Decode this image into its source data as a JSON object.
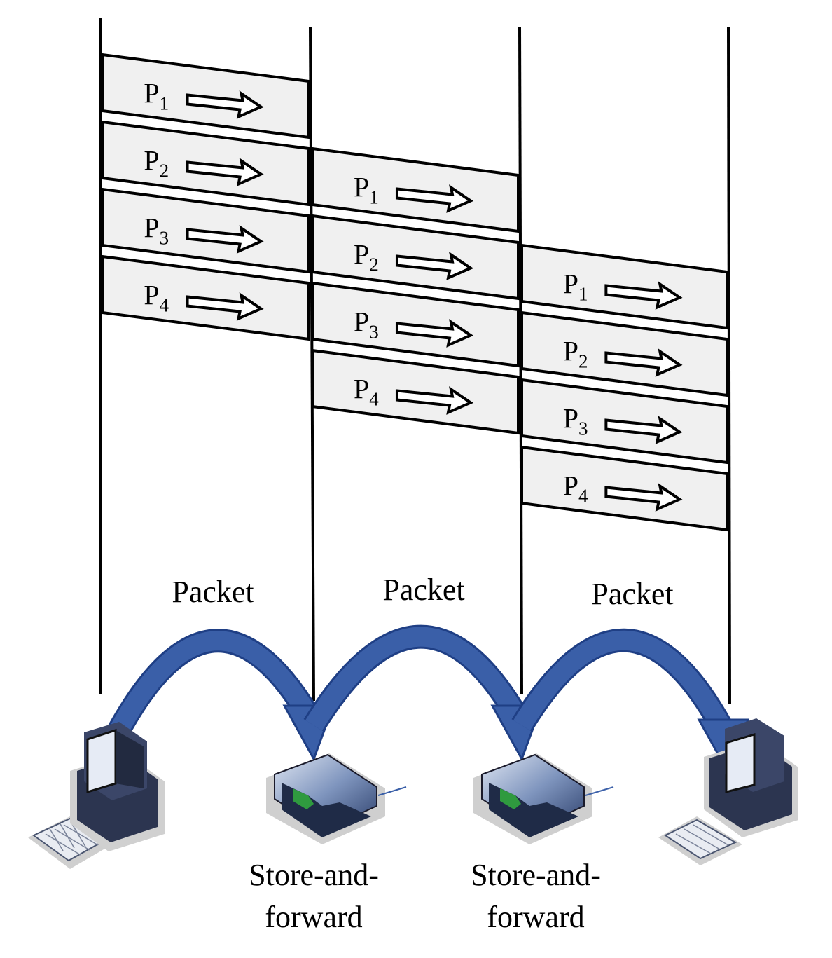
{
  "packet_labels": [
    {
      "prefix": "P",
      "sub": "1"
    },
    {
      "prefix": "P",
      "sub": "2"
    },
    {
      "prefix": "P",
      "sub": "3"
    },
    {
      "prefix": "P",
      "sub": "4"
    }
  ],
  "hop_labels": [
    "Packet",
    "Packet",
    "Packet"
  ],
  "node_labels": [
    {
      "node": "router-1",
      "lines": [
        "Store-and-",
        "forward"
      ]
    },
    {
      "node": "router-2",
      "lines": [
        "Store-and-",
        "forward"
      ]
    }
  ],
  "icons": [
    "source-computer-icon",
    "router-icon",
    "router-icon",
    "destination-computer-icon"
  ],
  "colors": {
    "packet_fill": "#f0f0f0",
    "hop_arrow": "#3a5fa8",
    "hop_arrow_edge": "#1f3f85",
    "router_green": "#2f9a3f"
  }
}
